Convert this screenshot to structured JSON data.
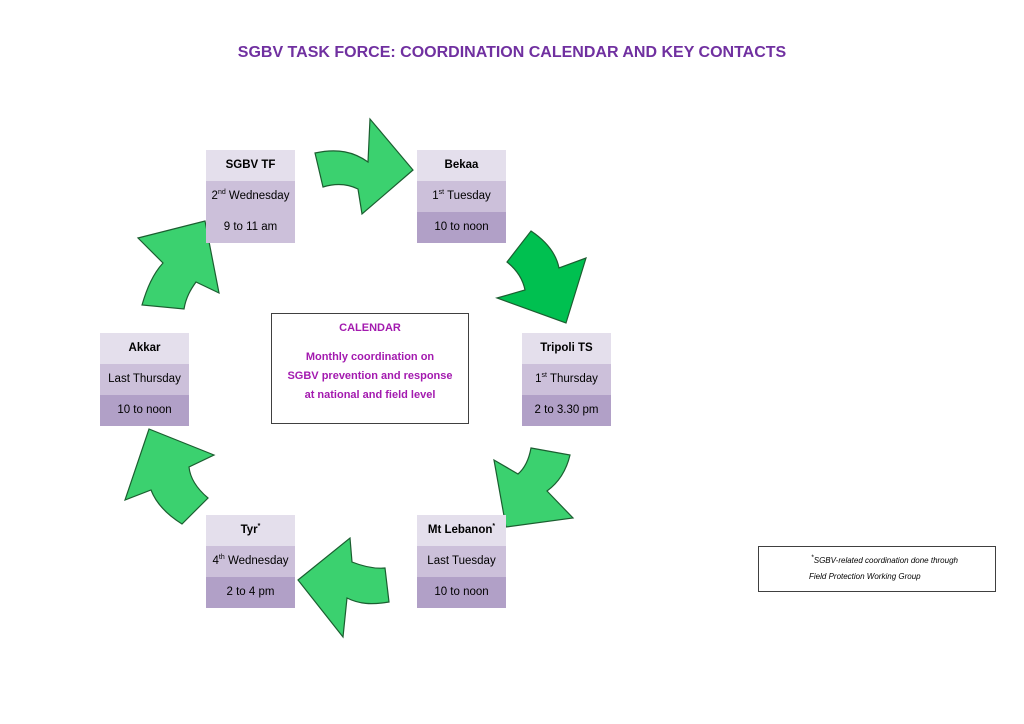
{
  "title": "SGBV TASK FORCE: COORDINATION CALENDAR AND KEY CONTACTS",
  "colors": {
    "title": "#7030A0",
    "arrow": "#3BD16F",
    "arrow_dark": "#00C050",
    "center_text": "#A31AAF"
  },
  "cards": {
    "sgbv_tf": {
      "name": "SGBV TF",
      "day_num": "2",
      "day_sup": "nd",
      "day_word": " Wednesday",
      "time": "9 to 11 am"
    },
    "bekaa": {
      "name": "Bekaa",
      "day_num": "1",
      "day_sup": "st",
      "day_word": " Tuesday",
      "time": "10 to noon"
    },
    "tripoli": {
      "name": "Tripoli TS",
      "day_num": "1",
      "day_sup": "st",
      "day_word": " Thursday",
      "time": "2 to 3.30 pm"
    },
    "mt_lebanon": {
      "name": "Mt Lebanon",
      "marker": "*",
      "day": "Last Tuesday",
      "time": "10 to noon"
    },
    "tyr": {
      "name": "Tyr",
      "marker": "*",
      "day_num": "4",
      "day_sup": "th",
      "day_word": " Wednesday",
      "time": "2 to 4 pm"
    },
    "akkar": {
      "name": "Akkar",
      "day": "Last Thursday",
      "time": "10 to noon"
    }
  },
  "calendar": {
    "heading": "CALENDAR",
    "line1": "Monthly coordination on",
    "line2": "SGBV prevention and response",
    "line3": "at national and field level"
  },
  "note": {
    "marker": "*",
    "line1": "SGBV-related coordination done through",
    "line2": "Field Protection Working Group"
  },
  "icons": [
    "curved-arrow-icon"
  ]
}
